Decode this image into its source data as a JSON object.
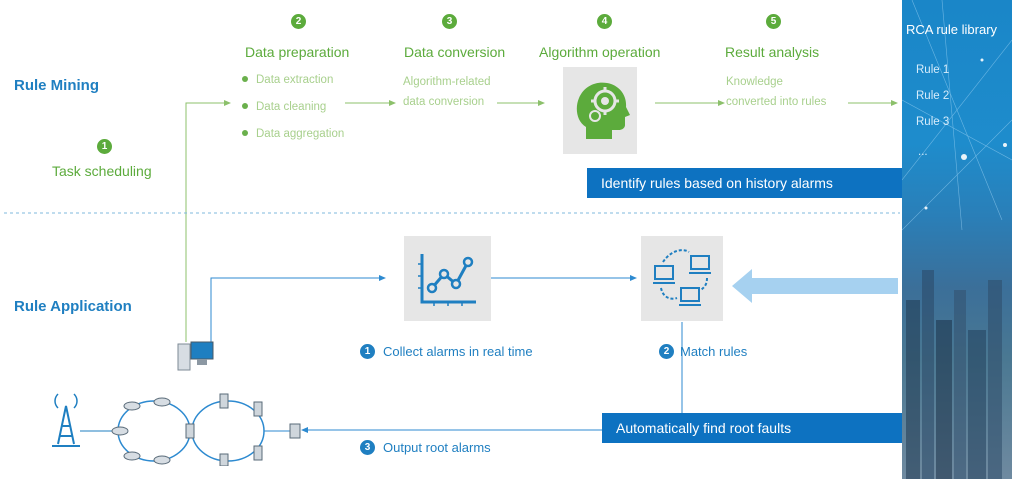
{
  "sections": {
    "mining": "Rule Mining",
    "application": "Rule Application"
  },
  "mining_steps": [
    {
      "num": "1",
      "title": "Task scheduling"
    },
    {
      "num": "2",
      "title": "Data preparation",
      "bullets": [
        "Data extraction",
        "Data cleaning",
        "Data aggregation"
      ]
    },
    {
      "num": "3",
      "title": "Data conversion",
      "lines": [
        "Algorithm-related",
        "data conversion"
      ]
    },
    {
      "num": "4",
      "title": "Algorithm operation"
    },
    {
      "num": "5",
      "title": "Result analysis",
      "lines": [
        "Knowledge",
        "converted into rules"
      ]
    }
  ],
  "callouts": {
    "identify": "Identify rules based on history alarms",
    "auto_find": "Automatically find root faults"
  },
  "application_steps": [
    {
      "num": "1",
      "label": "Collect alarms in real time"
    },
    {
      "num": "2",
      "label": "Match rules"
    },
    {
      "num": "3",
      "label": "Output root alarms"
    }
  ],
  "library": {
    "title": "RCA rule library",
    "rules": [
      "Rule 1",
      "Rule 2",
      "Rule 3",
      "..."
    ]
  },
  "colors": {
    "green": "#5cab3c",
    "light_green": "#a8d08d",
    "blue": "#1f7fc1",
    "callout_blue": "#0d72c1"
  }
}
